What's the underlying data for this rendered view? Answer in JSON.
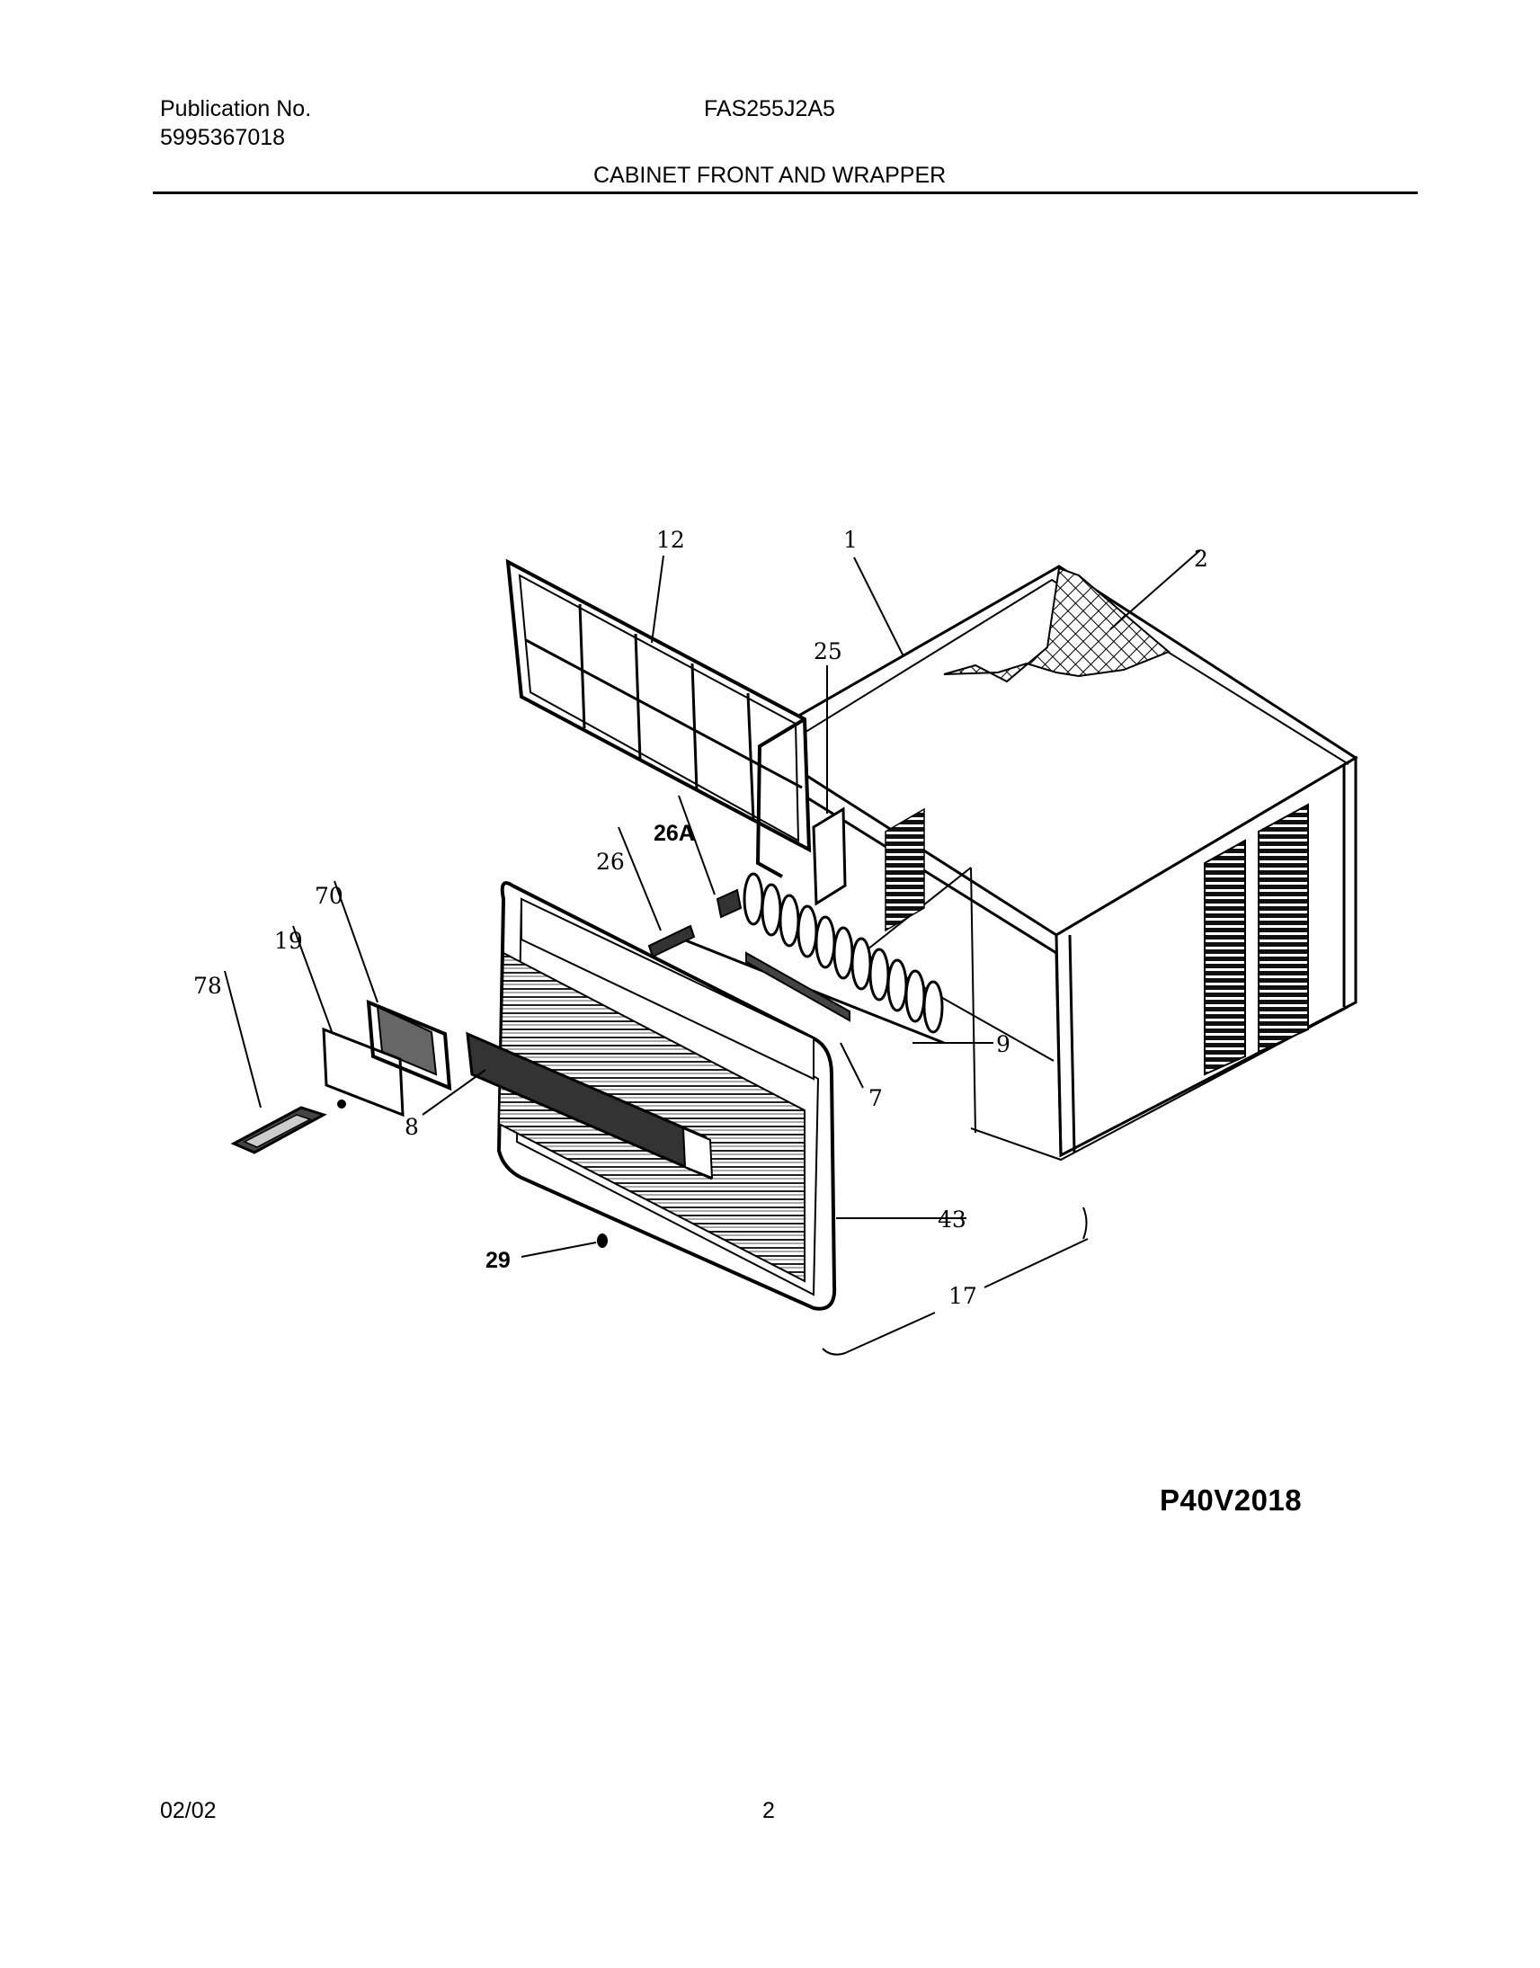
{
  "header": {
    "publication_label": "Publication No.",
    "publication_number": "5995367018",
    "model": "FAS255J2A5",
    "section_title": "CABINET FRONT AND WRAPPER"
  },
  "callouts": {
    "c12": "12",
    "c1": "1",
    "c2": "2",
    "c25": "25",
    "c26A": "26A",
    "c26": "26",
    "c70": "70",
    "c19": "19",
    "c78": "78",
    "c9": "9",
    "c7": "7",
    "c8": "8",
    "c43": "43",
    "c29": "29",
    "c17": "17"
  },
  "figure_code": "P40V2018",
  "footer": {
    "date": "02/02",
    "page": "2"
  }
}
